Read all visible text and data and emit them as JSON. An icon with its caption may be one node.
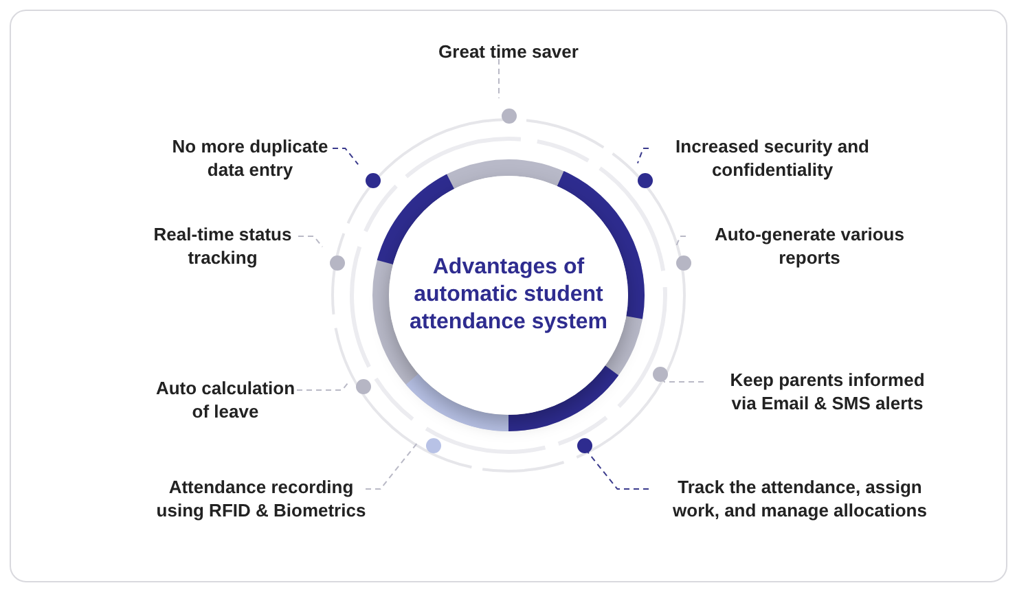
{
  "diagram": {
    "nodes": [
      {
        "text": [
          "Advantages of automatic student attendance system"
        ]
      },
      {
        "text": [
          "Great time saver"
        ]
      },
      {
        "text": [],
        "shape": "circle"
      },
      {
        "text": [
          "No more duplicate data entry"
        ]
      },
      {
        "text": [],
        "shape": "circle"
      },
      {
        "text": [
          "Increased security and confidentiality"
        ]
      },
      {
        "text": [],
        "shape": "circle"
      },
      {
        "text": [
          "Real-time status tracking"
        ]
      },
      {
        "text": [],
        "shape": "circle"
      },
      {
        "text": [
          "Auto-generate various reports"
        ]
      },
      {
        "text": [],
        "shape": "circle"
      },
      {
        "text": [
          "Auto calculation of leave"
        ]
      },
      {
        "text": [],
        "shape": "circle"
      },
      {
        "text": [
          "Keep parents informed via Email & SMS alerts"
        ]
      },
      {
        "text": [],
        "shape": "circle"
      },
      {
        "text": [
          "Attendance recording using RFID & Biometrics"
        ]
      },
      {
        "text": [],
        "shape": "circle"
      },
      {
        "text": [
          "Track the attendance, assign work, and manage allocations"
        ]
      },
      {
        "text": [],
        "shape": "circle"
      }
    ],
    "edges": [
      {
        "from": 1,
        "to": 2,
        "arrow": "none",
        "style": "dashed"
      },
      {
        "from": 3,
        "to": 4,
        "arrow": "none",
        "style": "dashed",
        "color": "#3a3a8c"
      },
      {
        "from": 5,
        "to": 6,
        "arrow": "none",
        "style": "dashed",
        "color": "#3a3a8c"
      },
      {
        "from": 7,
        "to": 8,
        "arrow": "none",
        "style": "dashed"
      },
      {
        "from": 9,
        "to": 10,
        "arrow": "none",
        "style": "dashed"
      },
      {
        "from": 11,
        "to": 12,
        "arrow": "none",
        "style": "dashed"
      },
      {
        "from": 13,
        "to": 14,
        "arrow": "none",
        "style": "dashed"
      },
      {
        "from": 15,
        "to": 16,
        "arrow": "none",
        "style": "dashed"
      },
      {
        "from": 17,
        "to": 18,
        "arrow": "none",
        "style": "dashed",
        "color": "#3a3a8c"
      }
    ]
  }
}
